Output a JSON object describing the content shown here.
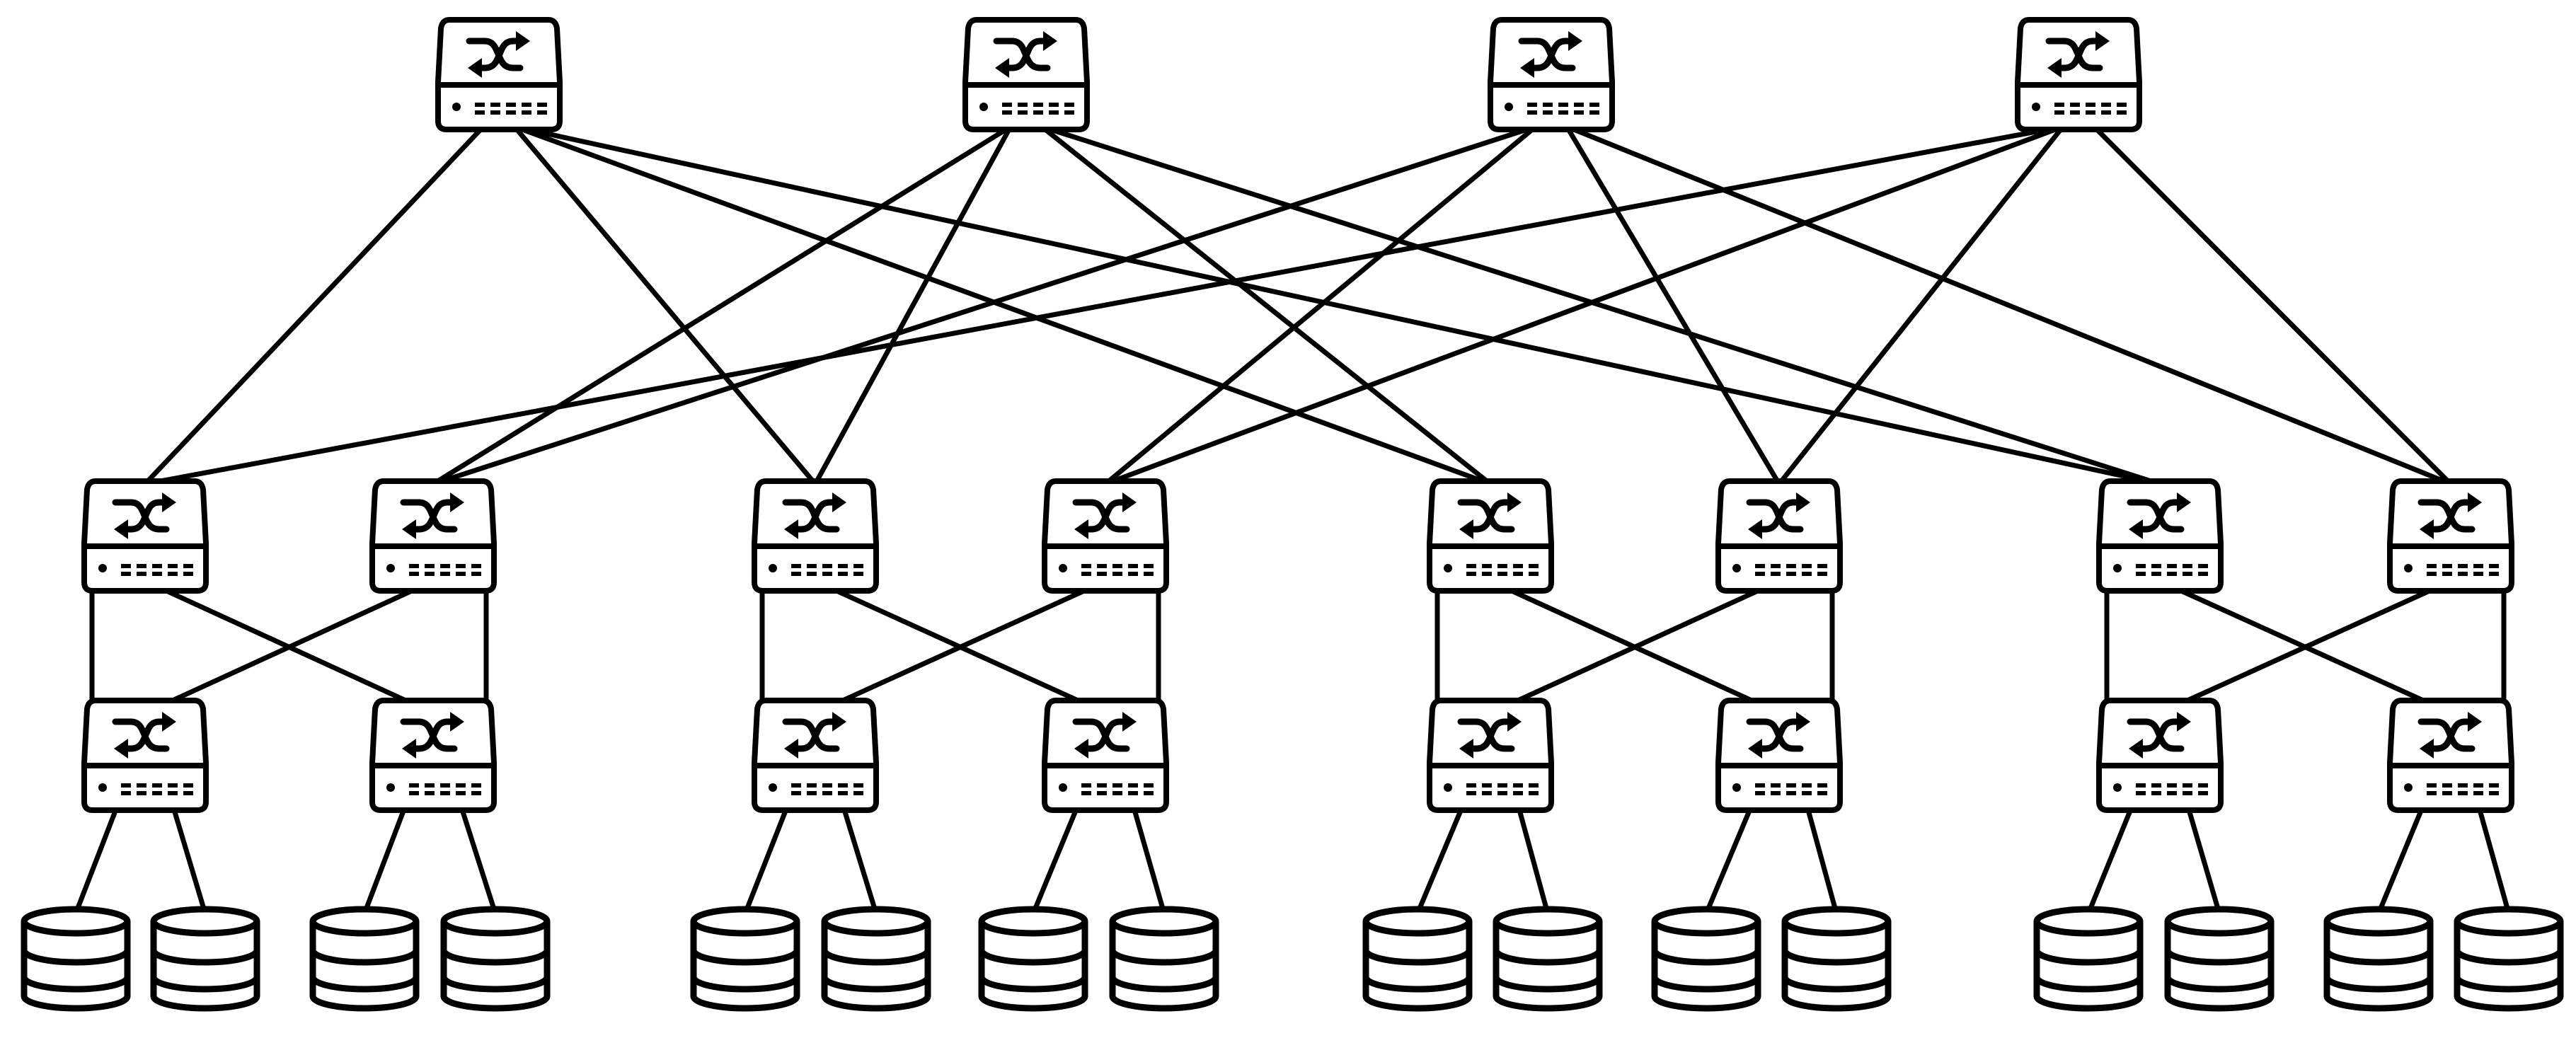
{
  "diagram": {
    "kind": "fat-tree network topology",
    "colors": {
      "line": "#000000",
      "background": "#ffffff",
      "device_fill": "#ffffff"
    },
    "icons": {
      "switch": "network-switch-icon",
      "storage": "database-icon"
    },
    "layers": {
      "core": {
        "count": 4,
        "icon": "network-switch-icon"
      },
      "aggregation": {
        "count": 8,
        "icon": "network-switch-icon"
      },
      "edge": {
        "count": 8,
        "icon": "network-switch-icon"
      },
      "hosts": {
        "count": 16,
        "icon": "database-icon"
      }
    },
    "pods": 4,
    "links": {
      "core_to_aggregation": [
        [
          0,
          0
        ],
        [
          0,
          2
        ],
        [
          0,
          4
        ],
        [
          0,
          6
        ],
        [
          1,
          1
        ],
        [
          1,
          2
        ],
        [
          1,
          4
        ],
        [
          1,
          6
        ],
        [
          2,
          1
        ],
        [
          2,
          3
        ],
        [
          2,
          5
        ],
        [
          2,
          7
        ],
        [
          3,
          0
        ],
        [
          3,
          3
        ],
        [
          3,
          5
        ],
        [
          3,
          7
        ]
      ],
      "aggregation_to_edge": [
        [
          0,
          0
        ],
        [
          0,
          1
        ],
        [
          1,
          0
        ],
        [
          1,
          1
        ],
        [
          2,
          2
        ],
        [
          2,
          3
        ],
        [
          3,
          2
        ],
        [
          3,
          3
        ],
        [
          4,
          4
        ],
        [
          4,
          5
        ],
        [
          5,
          4
        ],
        [
          5,
          5
        ],
        [
          6,
          6
        ],
        [
          6,
          7
        ],
        [
          7,
          6
        ],
        [
          7,
          7
        ]
      ],
      "edge_to_host": [
        [
          0,
          0
        ],
        [
          0,
          1
        ],
        [
          1,
          2
        ],
        [
          1,
          3
        ],
        [
          2,
          4
        ],
        [
          2,
          5
        ],
        [
          3,
          6
        ],
        [
          3,
          7
        ],
        [
          4,
          8
        ],
        [
          4,
          9
        ],
        [
          5,
          10
        ],
        [
          5,
          11
        ],
        [
          6,
          12
        ],
        [
          6,
          13
        ],
        [
          7,
          14
        ],
        [
          7,
          15
        ]
      ]
    }
  }
}
